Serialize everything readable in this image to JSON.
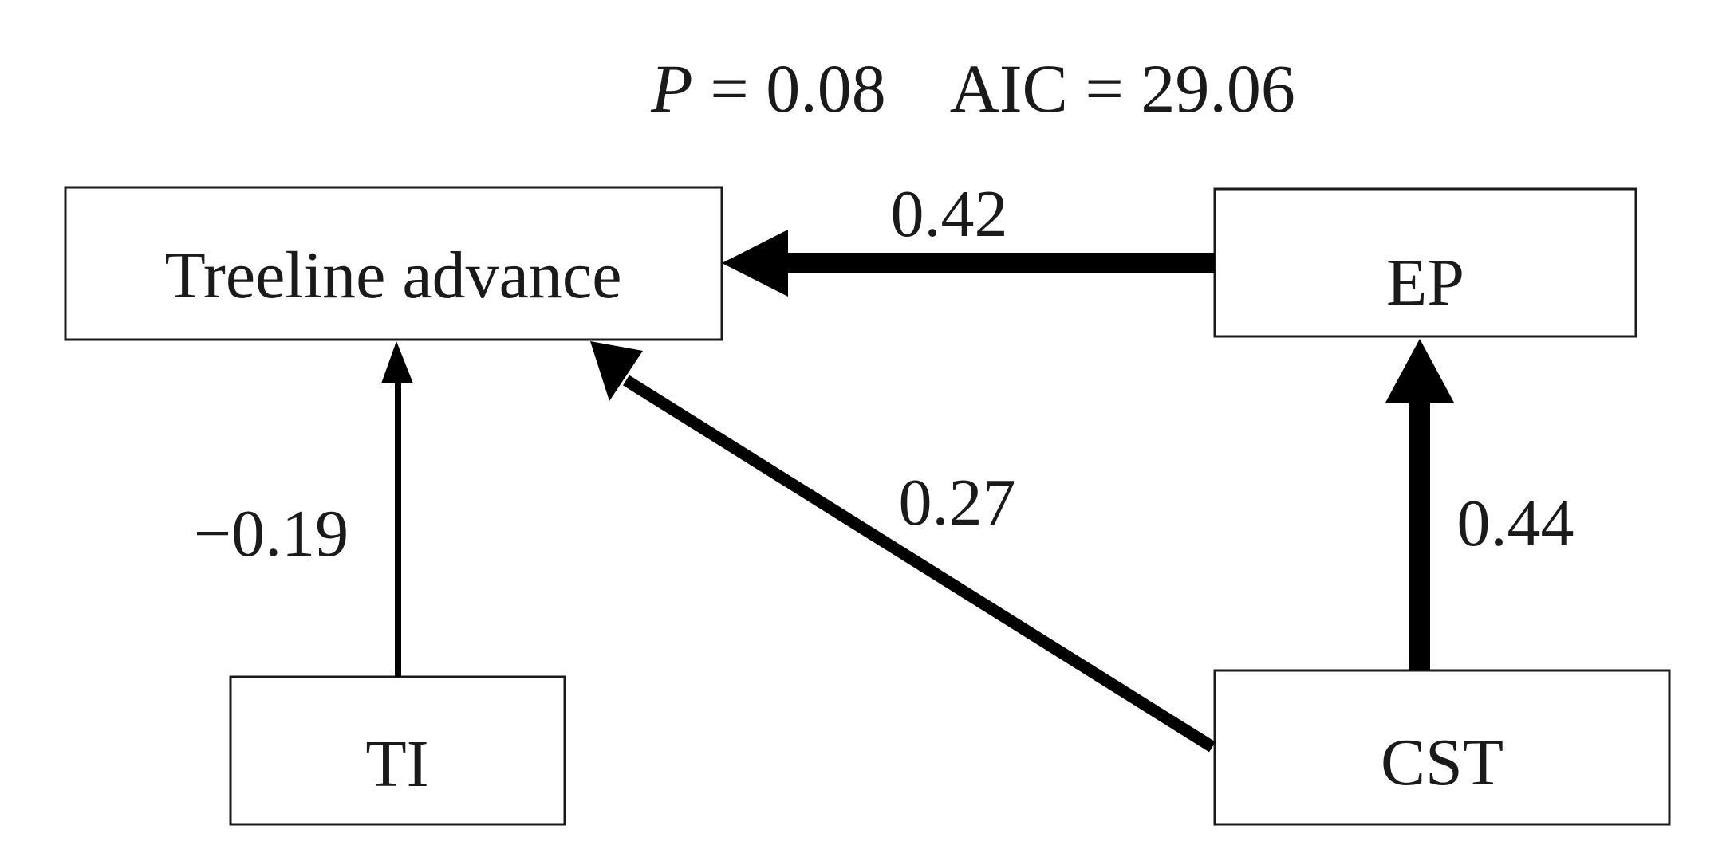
{
  "header": {
    "p_symbol": "P",
    "p_rest": " = 0.08",
    "aic": "AIC = 29.06"
  },
  "nodes": {
    "treeline": "Treeline advance",
    "ep": "EP",
    "ti": "TI",
    "cst": "CST"
  },
  "paths": {
    "ep_to_treeline": "0.42",
    "cst_to_treeline": "0.27",
    "cst_to_ep": "0.44",
    "ti_to_treeline": "−0.19"
  },
  "colors": {
    "ink": "#000000",
    "background": "#ffffff"
  }
}
